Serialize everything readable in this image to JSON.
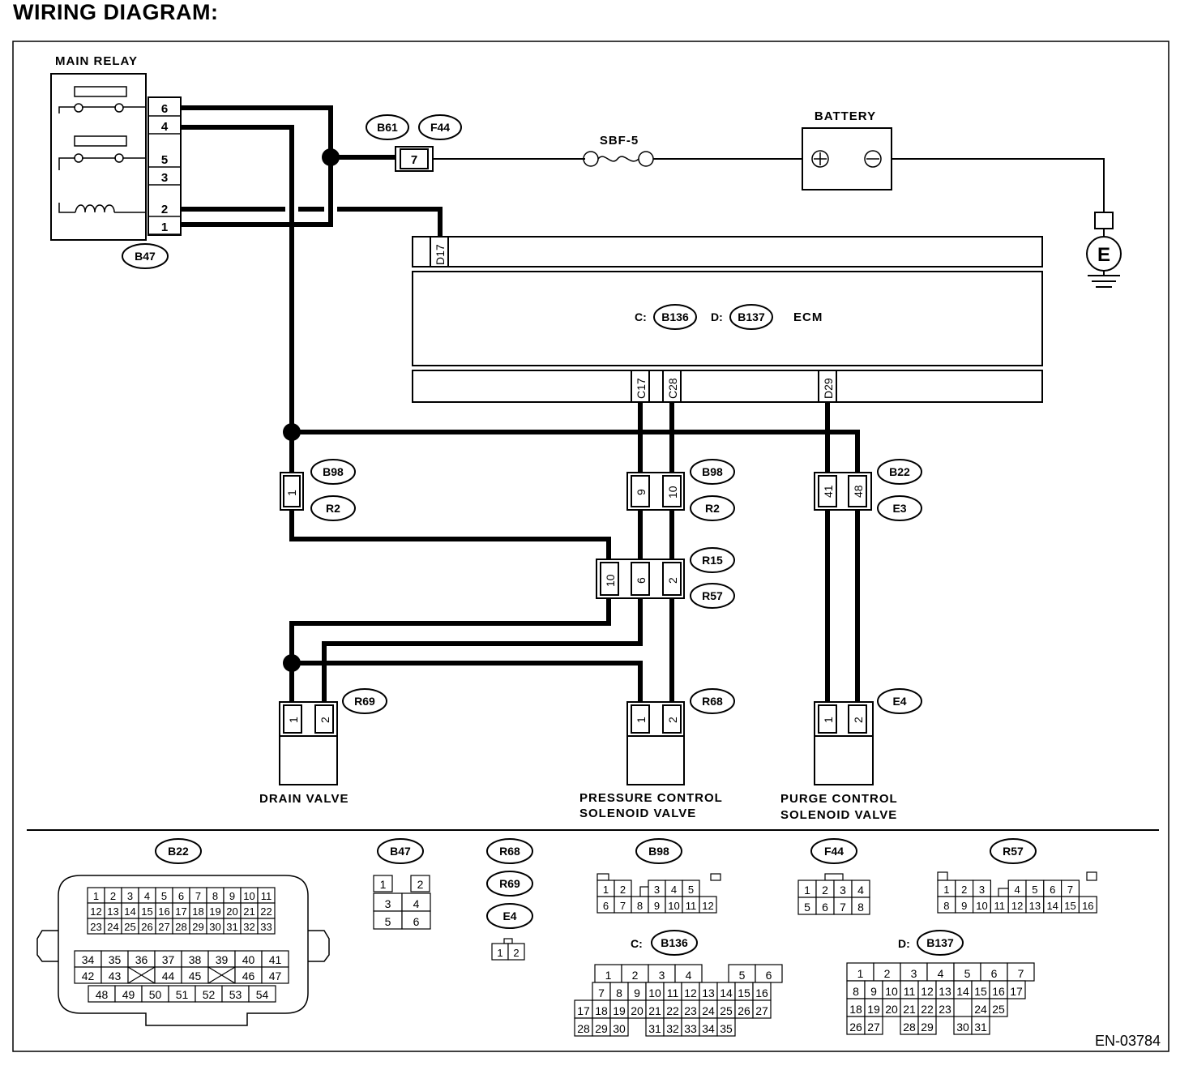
{
  "heading": "WIRING DIAGRAM:",
  "figure_id": "EN-03784",
  "components": {
    "main_relay": "MAIN RELAY",
    "battery": "BATTERY",
    "fuse": "SBF-5",
    "ecm": "ECM",
    "ground": "E",
    "drain_valve": "DRAIN VALVE",
    "pressure_valve_1": "PRESSURE CONTROL",
    "pressure_valve_2": "SOLENOID VALVE",
    "purge_valve_1": "PURGE CONTROL",
    "purge_valve_2": "SOLENOID VALVE"
  },
  "ecm_connectors": {
    "c_prefix": "C:",
    "c_id": "B136",
    "d_prefix": "D:",
    "d_id": "B137"
  },
  "relay_pins": [
    "6",
    "4",
    "5",
    "3",
    "2",
    "1"
  ],
  "ecm_pins": {
    "d17": "D17",
    "c17": "C17",
    "c28": "C28",
    "d29": "D29"
  },
  "connectors": {
    "b47": "B47",
    "b61": "B61",
    "f44": "F44",
    "b98": "B98",
    "r2": "R2",
    "b22": "B22",
    "e3": "E3",
    "r15": "R15",
    "r57": "R57",
    "r69": "R69",
    "r68": "R68",
    "e4": "E4"
  },
  "pins": {
    "f44_pin": "7",
    "b98_left": "1",
    "b98_right_a": "9",
    "b98_right_b": "10",
    "b22_a": "41",
    "b22_b": "48",
    "r15_a": "10",
    "r15_b": "6",
    "r15_c": "2",
    "r69_a": "1",
    "r69_b": "2",
    "r68_a": "1",
    "r68_b": "2",
    "e4_a": "1",
    "e4_b": "2"
  },
  "legend": {
    "b22": "B22",
    "b47": "B47",
    "r68": "R68",
    "r69": "R69",
    "e4": "E4",
    "b98": "B98",
    "f44": "F44",
    "r57": "R57",
    "c_prefix": "C:",
    "c_id": "B136",
    "d_prefix": "D:",
    "d_id": "B137",
    "b22_rows": [
      [
        "1",
        "2",
        "3",
        "4",
        "5",
        "6",
        "7",
        "8",
        "9",
        "10",
        "11"
      ],
      [
        "12",
        "13",
        "14",
        "15",
        "16",
        "17",
        "18",
        "19",
        "20",
        "21",
        "22"
      ],
      [
        "23",
        "24",
        "25",
        "26",
        "27",
        "28",
        "29",
        "30",
        "31",
        "32",
        "33"
      ],
      [
        "34",
        "35",
        "36",
        "37",
        "38",
        "39",
        "40",
        "41"
      ],
      [
        "42",
        "43",
        "",
        "44",
        "45",
        "",
        "46",
        "47"
      ],
      [
        "48",
        "49",
        "50",
        "51",
        "52",
        "53",
        "54"
      ]
    ],
    "b47_rows": [
      [
        "1",
        "",
        "2"
      ],
      [
        "3",
        "4"
      ],
      [
        "5",
        "6"
      ]
    ],
    "e4_pins": [
      "1",
      "2"
    ],
    "b98_rows": [
      [
        "1",
        "2",
        "",
        "3",
        "4",
        "5"
      ],
      [
        "6",
        "7",
        "8",
        "9",
        "10",
        "11",
        "12"
      ]
    ],
    "f44_rows": [
      [
        "1",
        "2",
        "3",
        "4"
      ],
      [
        "5",
        "6",
        "7",
        "8"
      ]
    ],
    "r57_rows": [
      [
        "1",
        "2",
        "3",
        "",
        "4",
        "5",
        "6",
        "7"
      ],
      [
        "8",
        "9",
        "10",
        "11",
        "12",
        "13",
        "14",
        "15",
        "16"
      ]
    ],
    "b136_rows": [
      [
        "1",
        "2",
        "3",
        "4",
        "",
        "5",
        "6"
      ],
      [
        "7",
        "8",
        "9",
        "10",
        "11",
        "12",
        "13",
        "14",
        "15",
        "16"
      ],
      [
        "17",
        "18",
        "19",
        "20",
        "21",
        "22",
        "23",
        "24",
        "25",
        "26",
        "27"
      ],
      [
        "28",
        "29",
        "30",
        "",
        "31",
        "32",
        "33",
        "34",
        "35"
      ]
    ],
    "b137_rows": [
      [
        "1",
        "2",
        "3",
        "4",
        "5",
        "6",
        "7"
      ],
      [
        "8",
        "9",
        "10",
        "11",
        "12",
        "13",
        "14",
        "15",
        "16",
        "17"
      ],
      [
        "18",
        "19",
        "20",
        "21",
        "22",
        "23",
        "",
        "24",
        "25"
      ],
      [
        "26",
        "27",
        "",
        "28",
        "29",
        "",
        "30",
        "31"
      ]
    ]
  }
}
